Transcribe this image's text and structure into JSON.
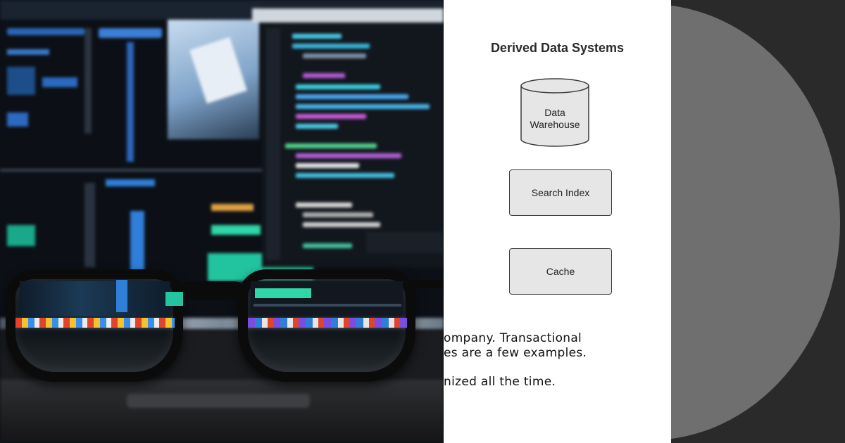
{
  "diagram": {
    "title": "Derived Data Systems",
    "nodes": [
      {
        "id": "warehouse",
        "shape": "cylinder",
        "label_lines": [
          "Data",
          "Warehouse"
        ]
      },
      {
        "id": "search",
        "shape": "rectangle",
        "label": "Search Index"
      },
      {
        "id": "cache",
        "shape": "rectangle",
        "label": "Cache"
      }
    ]
  },
  "slide_text": {
    "line1": "ompany. Transactional",
    "line2": "es are a few examples.",
    "line3": "nized all the time."
  },
  "photo": {
    "description_icon": "code-monitor-with-glasses-photo"
  },
  "colors": {
    "panel_bg": "#ffffff",
    "node_fill": "#e6e6e6",
    "node_stroke": "#3c3c3c",
    "right_bg": "#2a2a2a",
    "circle": "#6f6f6f"
  }
}
